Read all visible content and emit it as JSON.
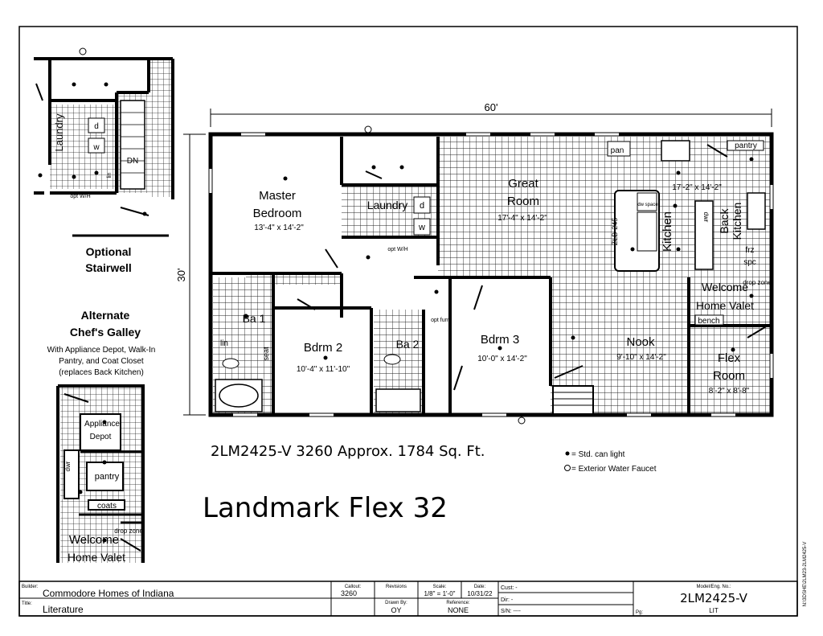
{
  "dimensions": {
    "width_label": "60'",
    "depth_label": "30'"
  },
  "rooms": {
    "master_name": "Master",
    "master_name2": "Bedroom",
    "master_dim": "13'-4\" x 14'-2\"",
    "great_name": "Great",
    "great_name2": "Room",
    "great_dim": "17'-4\" x 14'-2\"",
    "laundry": "Laundry",
    "kitchen": "Kitchen",
    "kitchen_dim": "17'-2\" x 14'-2\"",
    "back_kitchen": "Back",
    "back_kitchen2": "Kitchen",
    "welcome": "Welcome",
    "welcome2": "Home Valet",
    "nook": "Nook",
    "nook_dim": "9'-10\" x 14'-2\"",
    "flex": "Flex",
    "flex2": "Room",
    "flex_dim": "8'-2\" x 8'-8\"",
    "bdrm2": "Bdrm 2",
    "bdrm2_dim": "10'-4\" x 11'-10\"",
    "bdrm3": "Bdrm 3",
    "bdrm3_dim": "10'-0\" x 14'-2\"",
    "ba1": "Ba 1",
    "ba2": "Ba 2"
  },
  "fixtures": {
    "pan": "pan",
    "pantry": "pantry",
    "frz": "frz",
    "spc": "spc",
    "dwr": "dwr",
    "drop_zone": "drop zone",
    "bench": "bench",
    "lin": "lin",
    "seat": "seat",
    "opt_wh": "opt W/H",
    "opt_furn": "opt furn",
    "d": "d",
    "w": "w",
    "zlb": "ZLB-245",
    "dw_space": "dw space",
    "coats": "coats",
    "appliance_depot": "Appliance",
    "appliance_depot2": "Depot",
    "dn": "DN",
    "opt_wh2": "opt W/H",
    "lin2": "lin",
    "laundry2": "Laundry"
  },
  "insets": {
    "stairwell_title": "Optional",
    "stairwell_title2": "Stairwell",
    "galley_title": "Alternate",
    "galley_title2": "Chef's Galley",
    "galley_desc1": "With Appliance Depot, Walk-In",
    "galley_desc2": "Pantry, and Coat Closet",
    "galley_desc3": "(replaces Back Kitchen)",
    "galley_pantry": "pantry",
    "galley_welcome": "Welcome",
    "galley_welcome2": "Home Valet",
    "galley_drop": "drop zone",
    "galley_dwr": "dwr"
  },
  "summary": "2LM2425-V 3260  Approx. 1784 Sq. Ft.",
  "model_name": "Landmark Flex 32",
  "legend": {
    "can_light": "= Std. can light",
    "faucet": "= Exterior Water Faucet"
  },
  "title_block": {
    "builder_label": "Builder:",
    "builder": "Commodore Homes of Indiana",
    "title_label": "Title:",
    "title": "Literature",
    "callout_label": "Callout:",
    "callout": "3260",
    "revisions_label": "Revisions",
    "drawn_by_label": "Drawn By:",
    "drawn_by": "OY",
    "scale_label": "Scale:",
    "scale": "1/8\" = 1'-0\"",
    "date_label": "Date:",
    "date": "10/31/22",
    "reference_label": "Reference:",
    "reference": "NONE",
    "cust": "Cust: -",
    "dir": "Dir: -",
    "sn": "S/N: ----",
    "pg": "Pg:",
    "model_label": "Model/Eng. No.:",
    "model_no": "2LM2425-V",
    "lit": "LIT",
    "side_path": "N:\\3DSHE\\2LM23-2LM2425-V"
  }
}
